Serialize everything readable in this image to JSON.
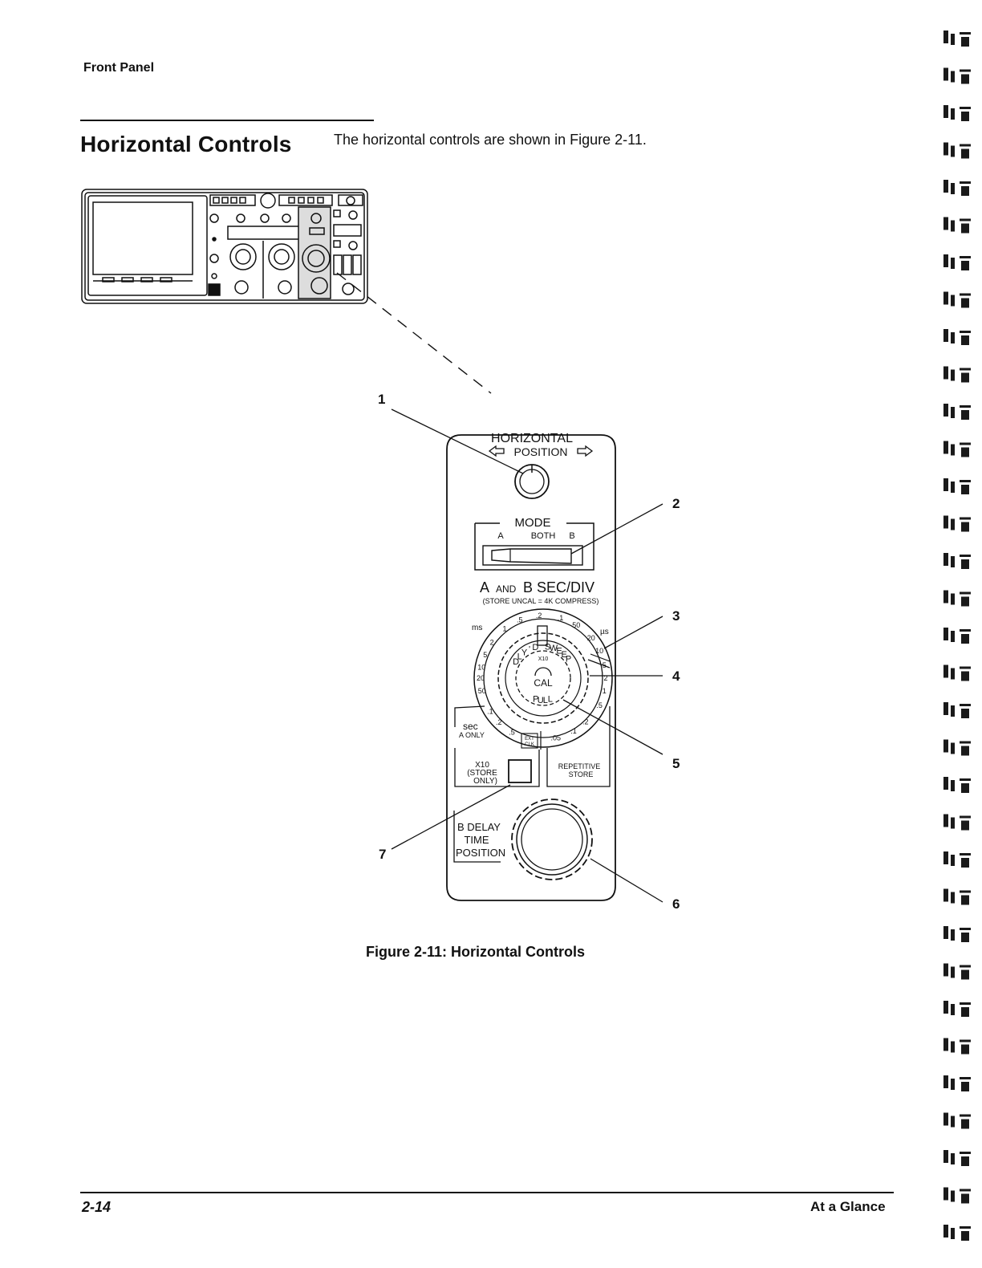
{
  "header": {
    "running_head": "Front Panel"
  },
  "section": {
    "title": "Horizontal Controls",
    "intro": "The horizontal controls are shown in Figure 2-11."
  },
  "figure": {
    "caption": "Figure 2-11:  Horizontal Controls",
    "callouts": [
      "1",
      "2",
      "3",
      "4",
      "5",
      "6",
      "7"
    ],
    "panel": {
      "horizontal": "HORIZONTAL",
      "position": "POSITION",
      "mode": "MODE",
      "mode_a": "A",
      "mode_both": "BOTH",
      "mode_b": "B",
      "sec_div_a": "A",
      "sec_div_and": "AND",
      "sec_div_rest": "B SEC/DIV",
      "store_uncal": "(STORE UNCAL = 4K COMPRESS)",
      "ms": "ms",
      "us": "µs",
      "dlyd_sweep": "DLY'D SWEEP",
      "x10_small": "X10",
      "cal": "CAL",
      "pull": "PULL",
      "sec": "sec",
      "a_only": "A ONLY",
      "ext": "EXT",
      "clk": "CLK",
      "x10": "X10",
      "store_only_1": "(STORE",
      "store_only_2": "ONLY)",
      "repetitive": "REPETITIVE",
      "store": "STORE",
      "bdelay_1": "B DELAY",
      "bdelay_2": "TIME",
      "bdelay_3": "POSITION",
      "dial_ms": [
        "1",
        ".5",
        ".2",
        "2",
        "5",
        "10",
        "20",
        "50"
      ],
      "dial_us": [
        ".1",
        "50",
        "20",
        "10",
        "5",
        "2",
        "1",
        ".5"
      ],
      "dial_sec": [
        ".1",
        ".2",
        ".5"
      ],
      "dial_bottom": [
        ".05",
        ".1",
        ".2"
      ]
    }
  },
  "footer": {
    "page_number": "2-14",
    "title": "At a Glance"
  }
}
